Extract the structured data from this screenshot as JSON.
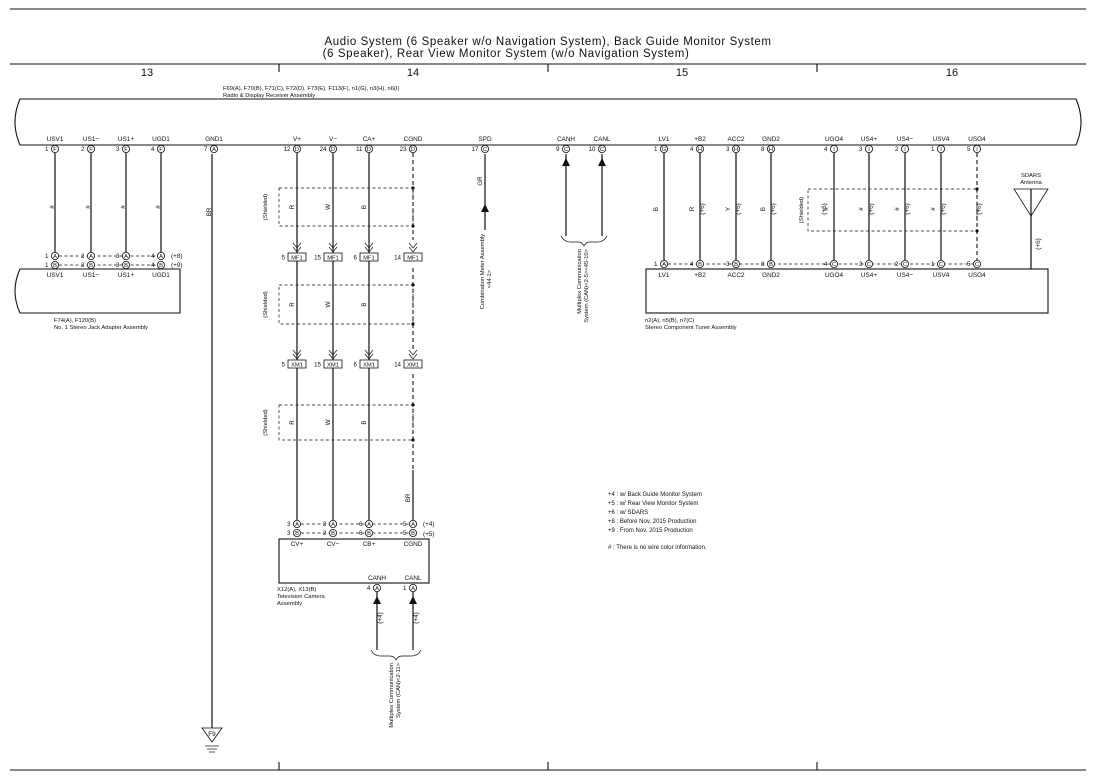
{
  "title": {
    "line1": "Audio System (6 Speaker w/o Navigation System), Back Guide Monitor System",
    "line2": "(6 Speaker), Rear View Monitor System (w/o Navigation System)"
  },
  "columns": [
    "13",
    "14",
    "15",
    "16"
  ],
  "radio": {
    "codes": "F69(A), F70(B), F71(C), F72(D), F73(E), F113(F), n1(G), n3(H), n6(I)",
    "name": "Radio & Display Receiver Assembly",
    "pins": [
      {
        "label": "USV1",
        "num": "1",
        "conn": "F"
      },
      {
        "label": "US1−",
        "num": "2",
        "conn": "F"
      },
      {
        "label": "US1+",
        "num": "3",
        "conn": "F"
      },
      {
        "label": "UGD1",
        "num": "4",
        "conn": "F"
      },
      {
        "label": "GND1",
        "num": "7",
        "conn": "A"
      },
      {
        "label": "V+",
        "num": "12",
        "conn": "D"
      },
      {
        "label": "V−",
        "num": "24",
        "conn": "D"
      },
      {
        "label": "CA+",
        "num": "11",
        "conn": "D"
      },
      {
        "label": "CGND",
        "num": "23",
        "conn": "D"
      },
      {
        "label": "SPD",
        "num": "17",
        "conn": "C"
      },
      {
        "label": "CANH",
        "num": "9",
        "conn": "C"
      },
      {
        "label": "CANL",
        "num": "10",
        "conn": "C"
      },
      {
        "label": "LV1",
        "num": "1",
        "conn": "G"
      },
      {
        "label": "+B2",
        "num": "4",
        "conn": "H"
      },
      {
        "label": "ACC2",
        "num": "3",
        "conn": "H"
      },
      {
        "label": "GND2",
        "num": "8",
        "conn": "H"
      },
      {
        "label": "UGO4",
        "num": "4",
        "conn": "I"
      },
      {
        "label": "US4+",
        "num": "3",
        "conn": "I"
      },
      {
        "label": "US4−",
        "num": "2",
        "conn": "I"
      },
      {
        "label": "USV4",
        "num": "1",
        "conn": "I"
      },
      {
        "label": "USG4",
        "num": "5",
        "conn": "I"
      }
    ]
  },
  "jack": {
    "codes": "F74(A), F120(B)",
    "name": "No. 1 Stereo Jack Adapter Assembly",
    "pins": [
      "USV1",
      "US1−",
      "US1+",
      "UGD1"
    ],
    "nums": [
      "1",
      "2",
      "3",
      "4"
    ],
    "connA": "A",
    "connB": "B",
    "tagA": "(+8)",
    "tagB": "(+9)"
  },
  "tuner": {
    "codes": "n2(A), n5(B), n7(C)",
    "name": "Stereo Component Tuner Assembly",
    "pins": [
      {
        "label": "LV1",
        "num": "1",
        "conn": "A"
      },
      {
        "label": "+B2",
        "num": "4",
        "conn": "B"
      },
      {
        "label": "ACC2",
        "num": "3",
        "conn": "B"
      },
      {
        "label": "GND2",
        "num": "8",
        "conn": "B"
      },
      {
        "label": "UGO4",
        "num": "4",
        "conn": "C"
      },
      {
        "label": "US4+",
        "num": "3",
        "conn": "C"
      },
      {
        "label": "US4−",
        "num": "2",
        "conn": "C"
      },
      {
        "label": "USV4",
        "num": "1",
        "conn": "C"
      },
      {
        "label": "USG4",
        "num": "5",
        "conn": "C"
      }
    ]
  },
  "camera": {
    "codes": "X12(A), X13(B)",
    "name1": "Television Camera",
    "name2": "Assembly",
    "pins": [
      "CV+",
      "CV−",
      "CB+",
      "CGND"
    ],
    "numsA": [
      "3",
      "2",
      "6",
      "5"
    ],
    "numsB": [
      "3",
      "2",
      "6",
      "5"
    ],
    "connA": "A",
    "connB": "B",
    "tagA": "(+4)",
    "tagB": "(+5)",
    "can_pins": [
      {
        "label": "CANH",
        "num": "4",
        "conn": "A"
      },
      {
        "label": "CANL",
        "num": "1",
        "conn": "A"
      }
    ]
  },
  "connectors": {
    "mf1": {
      "id": "MF1",
      "pins": [
        "5",
        "15",
        "6",
        "14"
      ]
    },
    "xm1": {
      "id": "XM1",
      "pins": [
        "5",
        "15",
        "6",
        "14"
      ]
    }
  },
  "wire_colors": {
    "jack_wires": [
      "#",
      "#",
      "#",
      "#"
    ],
    "gnd1": "BR",
    "camera_wires": [
      "R",
      "W",
      "B"
    ],
    "cgnd_lower": "BR",
    "spd": "GR",
    "tuner_wires": [
      "B",
      "R",
      "Y",
      "B"
    ],
    "usb4_wires": [
      "#",
      "#",
      "#",
      "#"
    ]
  },
  "tags": {
    "tuner_wires": [
      "(+6)",
      "(+6)",
      "(+6)"
    ],
    "usb4_wires": [
      "(+6)",
      "(+6)",
      "(+6)",
      "(+6)",
      "(+6)"
    ],
    "antenna_wire": "(+6)",
    "camera_can": [
      "(+4)",
      "(+4)"
    ]
  },
  "shielded": "(Shielded)",
  "ground": "F9",
  "antenna": {
    "line1": "SDARS",
    "line2": "Antenna"
  },
  "refs": {
    "combination_meter": "Combination Meter Assembly",
    "combination_meter_ref": "<44-1>",
    "can_top1": "Multiplex Communication",
    "can_top2": "System (CAN)<2-5><45-10>",
    "can_bottom1": "Multiplex Communication",
    "can_bottom2": "System (CAN)<2-11>"
  },
  "notes": [
    "+4 : w/ Back Guide Monitor System",
    "+5 : w/ Rear View Monitor System",
    "+6 : w/ SDARS",
    "+8 : Before Nov.  2015 Production",
    "+9 : From Nov.  2015 Production",
    "# : There is no wire color information."
  ]
}
